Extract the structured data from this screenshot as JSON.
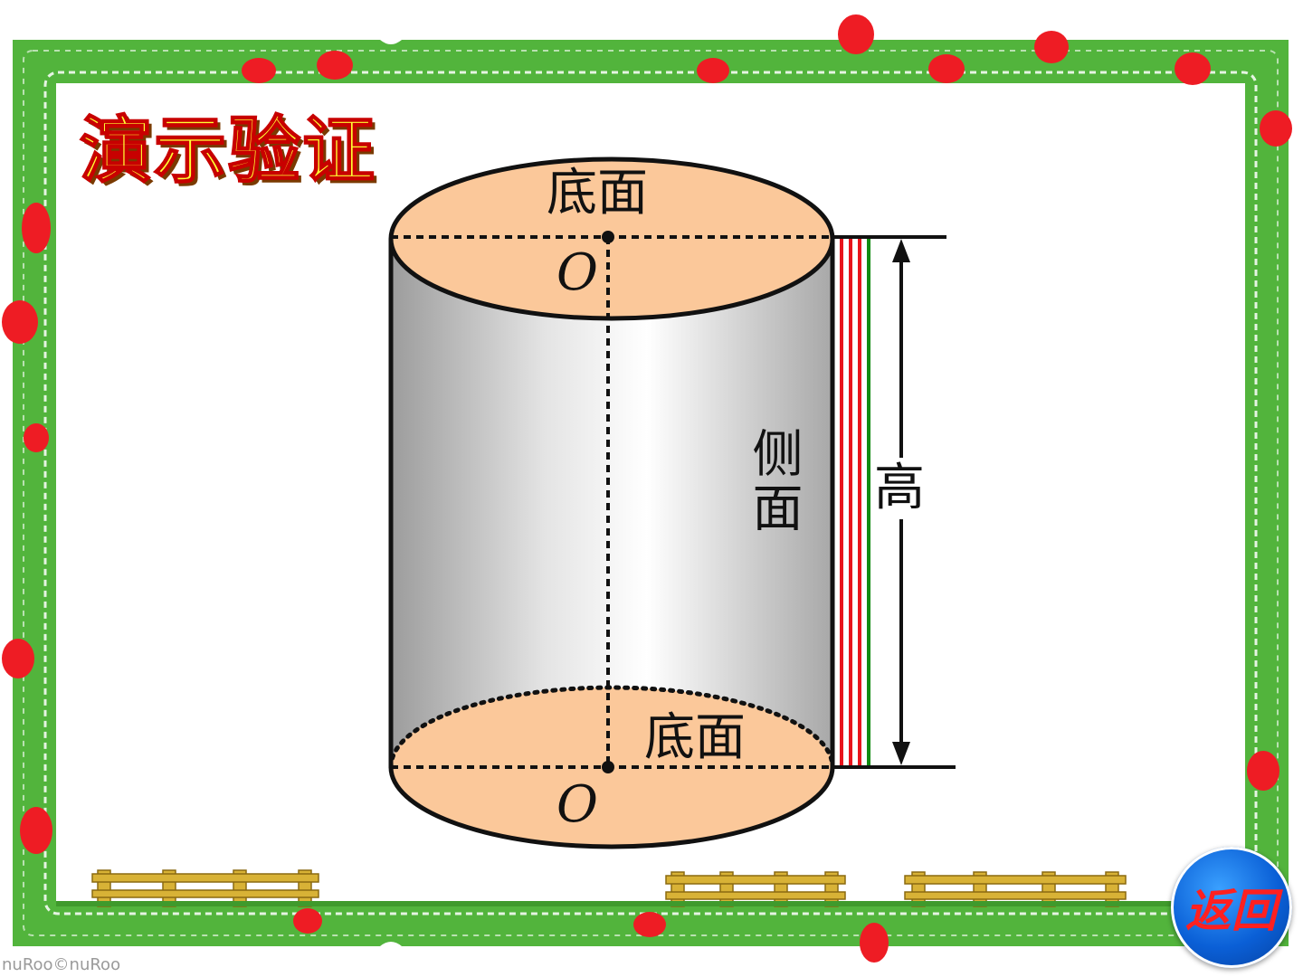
{
  "slide": {
    "title": "演示验证",
    "return_label": "返回",
    "watermark": "nuRoo©nuRoo"
  },
  "diagram": {
    "top_base_label": "底面",
    "bottom_base_label": "底面",
    "lateral_label": "侧面",
    "height_label": "高",
    "top_center_label": "O",
    "bottom_center_label": "O"
  },
  "colors": {
    "frame_green": "#52b43c",
    "dot_red": "#ee1c24",
    "base_fill": "#fbc89a",
    "lateral_light": "#ffffff",
    "lateral_dark": "#9c9c9c",
    "strip_red": "#e8141c",
    "strip_green": "#118a11",
    "fence": "#c9a227",
    "title_fill": "#ffff33",
    "title_stroke": "#c80000",
    "return_blue": "#0a5fd6",
    "return_text": "#ff2020"
  },
  "icons": {
    "return": "circle-button"
  }
}
